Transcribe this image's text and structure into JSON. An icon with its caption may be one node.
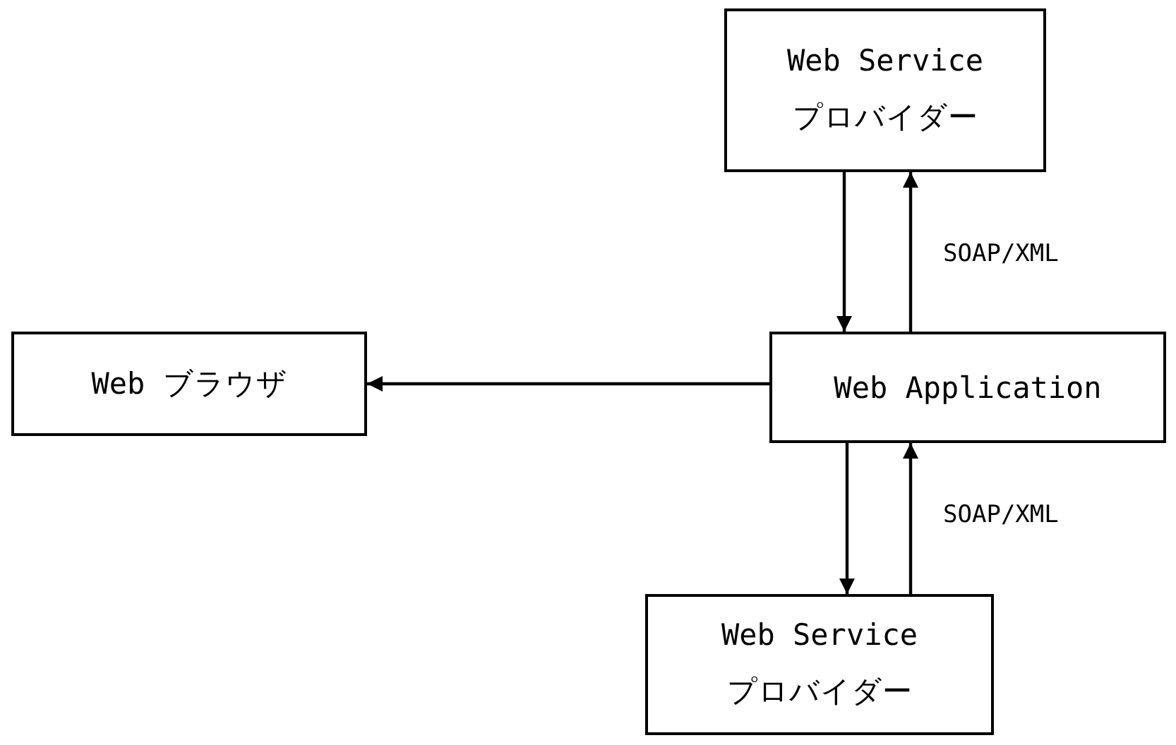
{
  "diagram": {
    "nodes": [
      {
        "text": [
          "Web Service",
          "プロバイダー"
        ]
      },
      {
        "text": [
          "Web ブラウザ"
        ]
      },
      {
        "text": [
          "Web Application"
        ]
      },
      {
        "text": [
          "Web Service",
          "プロバイダー"
        ]
      }
    ],
    "edges": [
      {
        "from": 0,
        "to": 2,
        "arrow": "to"
      },
      {
        "from": 2,
        "to": 0,
        "arrow": "to",
        "label": "SOAP/XML"
      },
      {
        "from": 2,
        "to": 1,
        "arrow": "to"
      },
      {
        "from": 2,
        "to": 3,
        "arrow": "to"
      },
      {
        "from": 3,
        "to": 2,
        "arrow": "to",
        "label": "SOAP/XML"
      }
    ]
  }
}
